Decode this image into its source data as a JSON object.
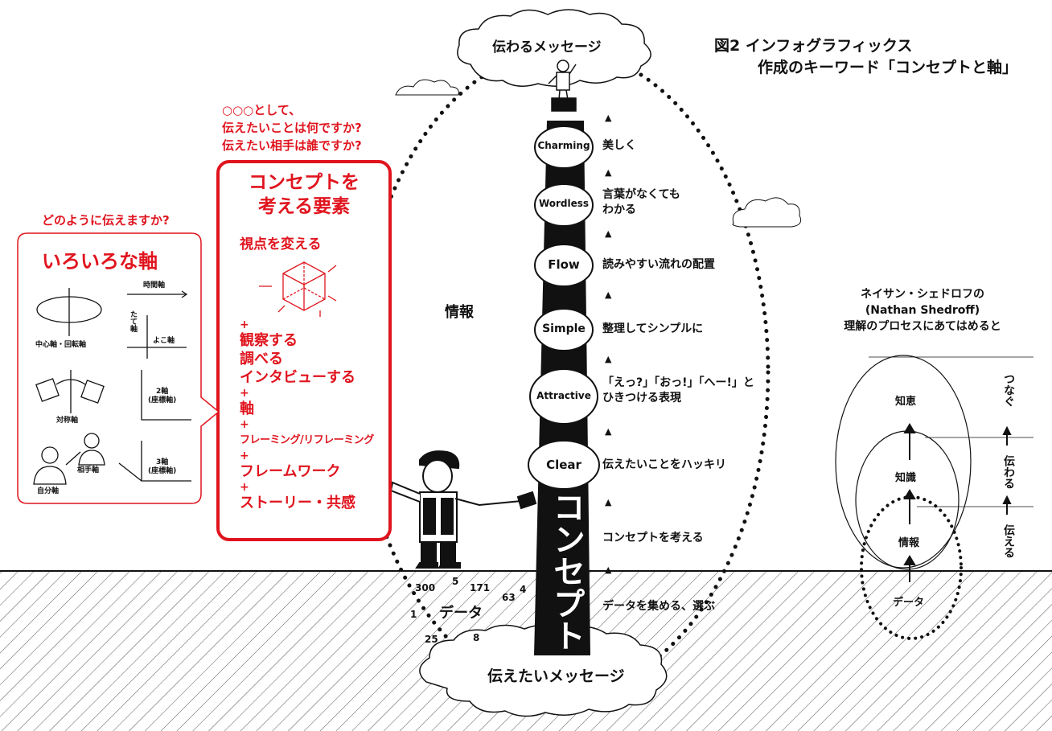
{
  "title": {
    "line1": "図2 インフォグラフィックス",
    "line2": "作成のキーワード「コンセプトと軸」"
  },
  "clouds": {
    "top": "伝わるメッセージ",
    "bottom": "伝えたいメッセージ"
  },
  "info_label": "情報",
  "tower_label": "コンセプト",
  "tower_steps": [
    {
      "oval": "Charming",
      "text": "美しく"
    },
    {
      "oval": "Wordless",
      "text": "言葉がなくても\nわかる"
    },
    {
      "oval": "Flow",
      "text": "読みやすい流れの配置"
    },
    {
      "oval": "Simple",
      "text": "整理してシンプルに"
    },
    {
      "oval": "Attractive",
      "text": "「えっ?」「おっ!」「へー!」と\nひきつける表現"
    },
    {
      "oval": "Clear",
      "text": "伝えたいことをハッキリ"
    }
  ],
  "base_steps": {
    "concept": "コンセプトを考える",
    "data": "データを集める、選ぶ"
  },
  "data_label": "データ",
  "data_numbers": [
    "300",
    "5",
    "171",
    "63",
    "4",
    "1",
    "25",
    "8"
  ],
  "questions": {
    "l1": "○○○として、",
    "l2": "伝えたいことは何ですか?",
    "l3": "伝えたい相手は誰ですか?"
  },
  "concept_box": {
    "title1": "コンセプトを",
    "title2": "考える要素",
    "viewpoint": "視点を変える",
    "items": [
      "観察する",
      "調べる",
      "インタビューする"
    ],
    "axis": "軸",
    "framing": "フレーミング/リフレーミング",
    "framework": "フレームワーク",
    "story": "ストーリー・共感",
    "plus": "+"
  },
  "axis_box": {
    "question": "どのように伝えますか?",
    "title": "いろいろな軸",
    "labels": {
      "time": "時間軸",
      "vertical": "たて軸",
      "horizontal": "よこ軸",
      "center": "中心軸・回転軸",
      "two_axis": "2軸\n(座標軸)",
      "symmetry": "対称軸",
      "three_axis": "3軸\n(座標軸)",
      "partner": "相手軸",
      "self": "自分軸"
    }
  },
  "shedroff": {
    "heading1": "ネイサン・シェドロフの",
    "heading2": "(Nathan Shedroff)",
    "heading3": "理解のプロセスにあてはめると",
    "levels": [
      "知恵",
      "知識",
      "情報",
      "データ"
    ],
    "verbs": [
      "つなぐ",
      "伝わる",
      "伝える"
    ]
  },
  "colors": {
    "accent": "#e0141e",
    "ink": "#111111"
  }
}
